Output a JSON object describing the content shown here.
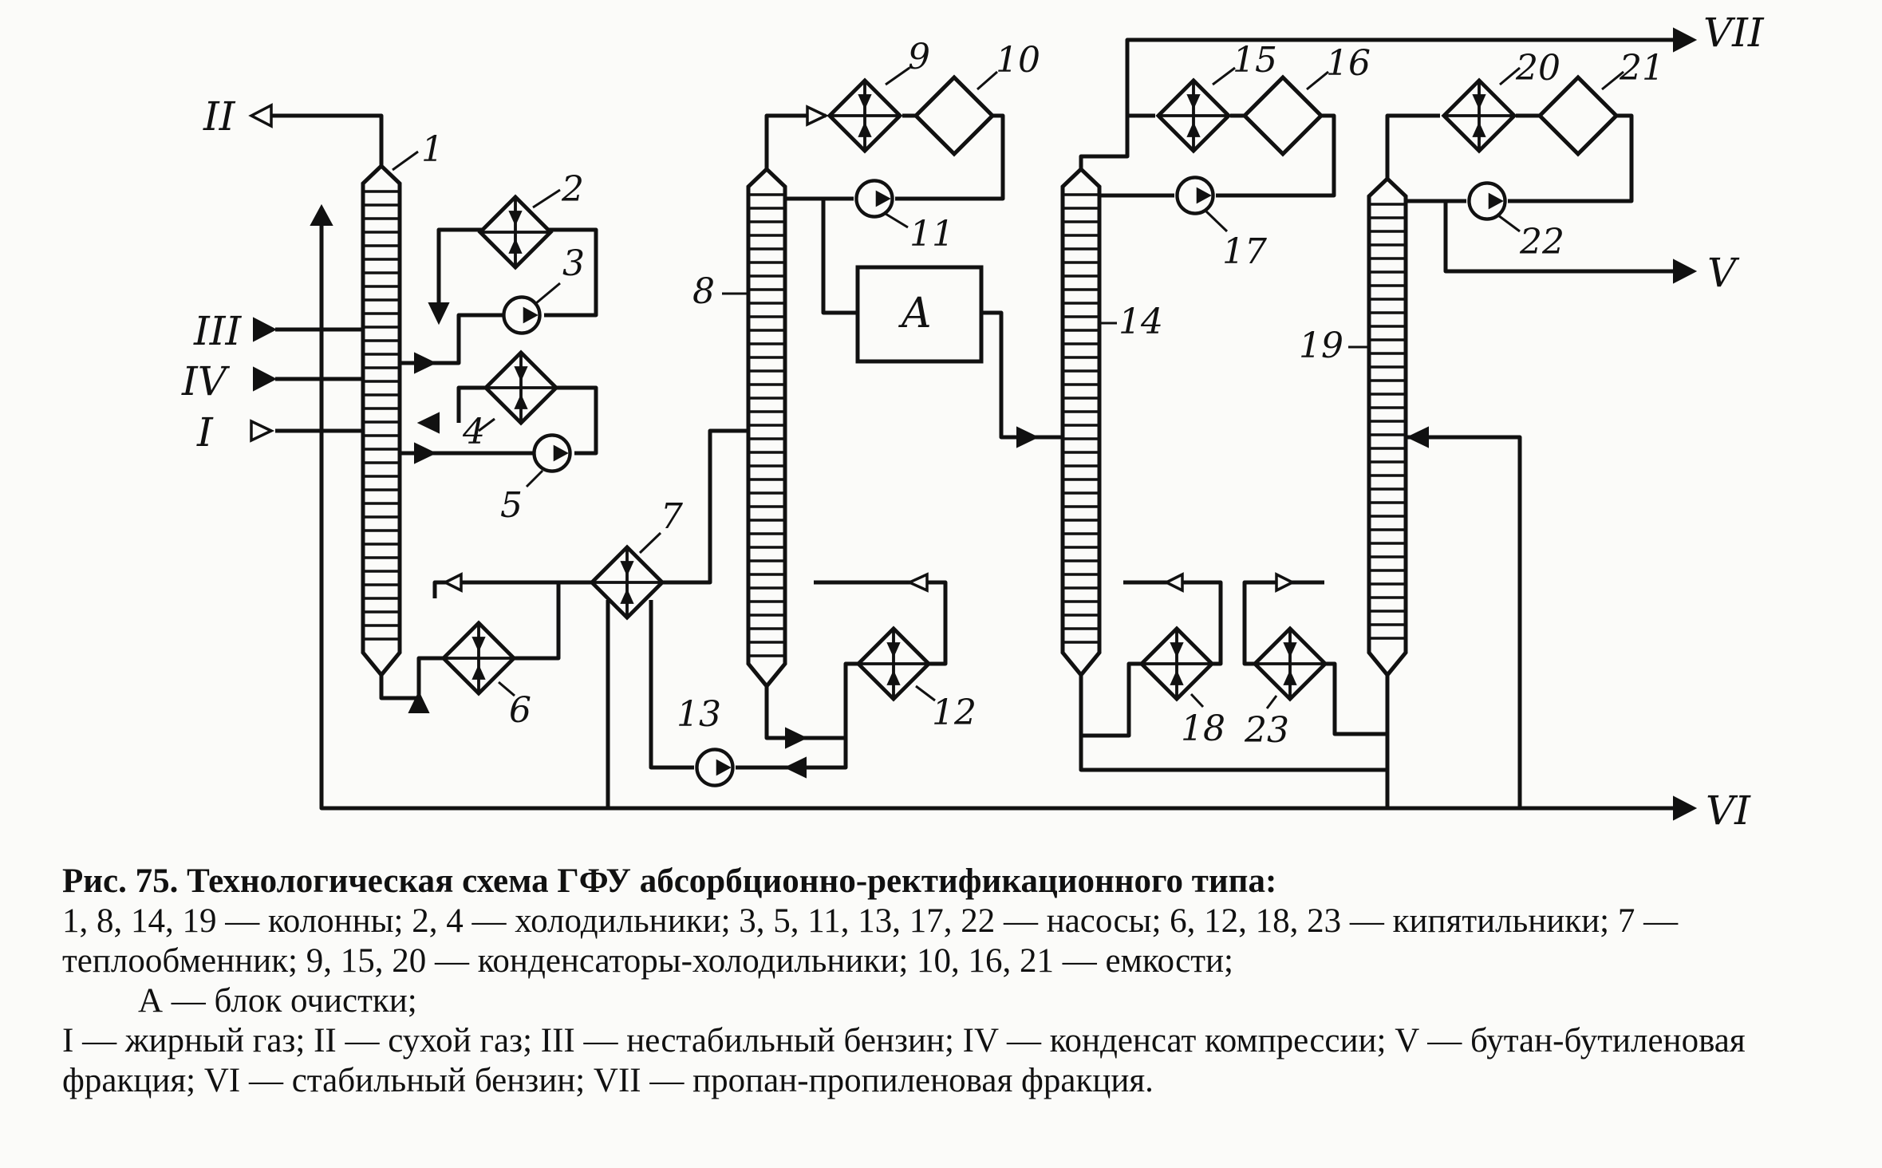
{
  "diagram": {
    "streams": {
      "I": "I",
      "II": "II",
      "III": "III",
      "IV": "IV",
      "V": "V",
      "VI": "VI",
      "VII": "VII"
    },
    "numbers": {
      "n1": "1",
      "n2": "2",
      "n3": "3",
      "n4": "4",
      "n5": "5",
      "n6": "6",
      "n7": "7",
      "n8": "8",
      "n9": "9",
      "n10": "10",
      "n11": "11",
      "n12": "12",
      "n13": "13",
      "n14": "14",
      "n15": "15",
      "n16": "16",
      "n17": "17",
      "n18": "18",
      "n19": "19",
      "n20": "20",
      "n21": "21",
      "n22": "22",
      "n23": "23"
    },
    "block_a": "A"
  },
  "caption": {
    "title": "Рис. 75. Технологическая схема ГФУ абсорбционно-ректификационного типа:",
    "line1": "1, 8, 14, 19 — колонны; 2, 4 — холодильники; 3, 5, 11, 13, 17, 22 — насосы; 6, 12, 18, 23 — кипятильники; 7 — теплообменник; 9, 15, 20 — конденсаторы-холодильники; 10, 16, 21 — емкости;",
    "line2": "А — блок очистки;",
    "line3": "I — жирный газ; II — сухой газ; III — нестабильный бензин; IV — конденсат компрессии; V — бутан-бутиленовая фракция; VI — стабильный бензин; VII — пропан-пропиленовая фракция."
  }
}
